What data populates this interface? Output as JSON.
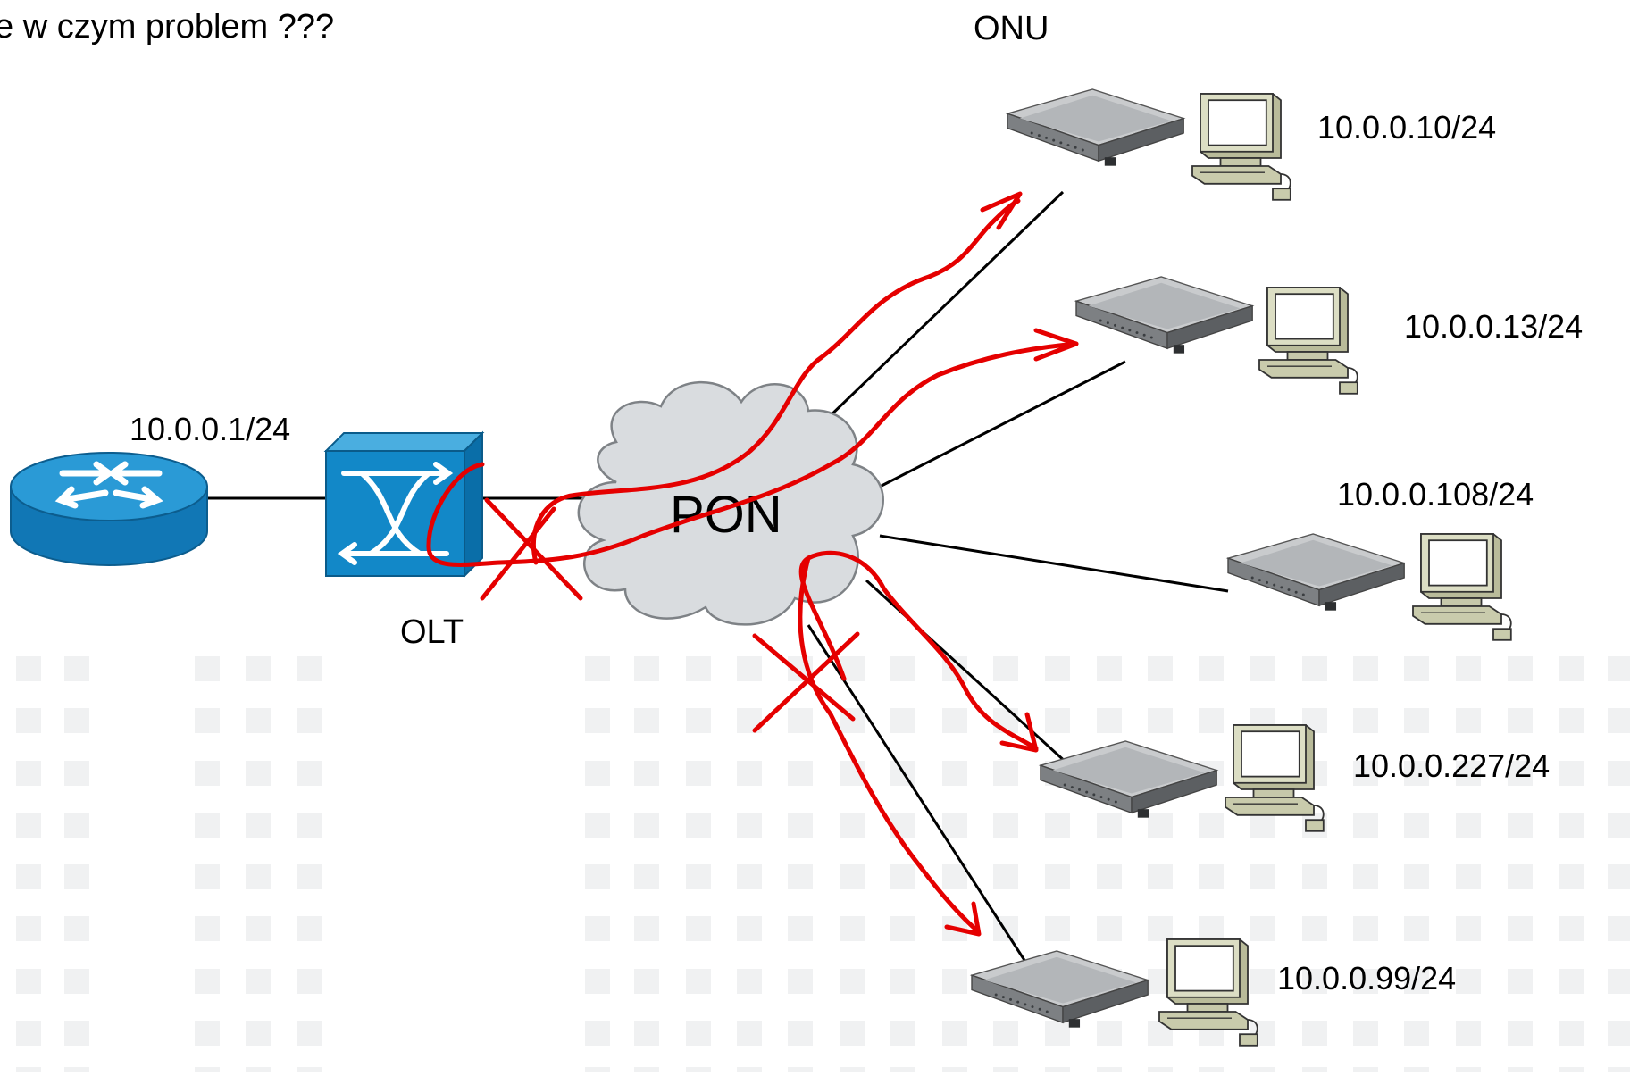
{
  "heading": "e w czym problem ???",
  "labels": {
    "onu_title": "ONU",
    "olt": "OLT",
    "pon": "PON",
    "router_ip": "10.0.0.1/24"
  },
  "onu_ips": [
    "10.0.0.10/24",
    "10.0.0.13/24",
    "10.0.0.108/24",
    "10.0.0.227/24",
    "10.0.0.99/24"
  ],
  "colors": {
    "link": "#000000",
    "annotation": "#e50000",
    "router": "#1b8ec7",
    "switch": "#0e86c4",
    "cloud": "#d9dcdf",
    "dot_pattern": "#f0f1f2",
    "onu_body": "#9a9da0",
    "pc_body": "#d2d4b8"
  },
  "icons": [
    "router-icon",
    "switch-icon",
    "cloud-icon",
    "onu-modem-icon",
    "computer-icon",
    "cross-mark-icon",
    "arrow-icon"
  ]
}
